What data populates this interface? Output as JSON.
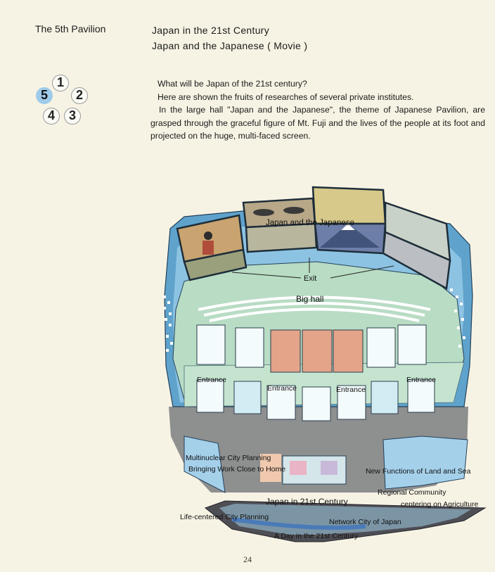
{
  "header": {
    "pavilion": "The 5th Pavilion",
    "title_line1": "Japan in the 21st Century",
    "title_line2": "Japan and the Japanese ( Movie )"
  },
  "pavilion_index": {
    "numbers": [
      "1",
      "2",
      "3",
      "4",
      "5"
    ],
    "current": "5",
    "accent_color": "#9fcbea"
  },
  "description": [
    "What will be Japan of the 21st century?",
    "Here are shown the fruits of researches of several private institutes.",
    "In the large hall \"Japan and the Japanese\", the theme of Japanese Pavilion, are grasped through the graceful figure of Mt. Fuji and the lives of the people at its foot and projected on the huge, multi-faced screen."
  ],
  "diagram": {
    "screen_title": "Japan and the Japanese",
    "exit": "Exit",
    "big_hall": "Big hall",
    "entrance": "Entrance",
    "exhibits": {
      "multinuclear": "Multinuclear City Planning",
      "bringing_work": "Bringing Work Close to Home",
      "new_functions": "New Functions of Land and Sea",
      "regional_community": "Regional Community",
      "centering": "centering on Agriculture",
      "japan_21st": "Japan in 21st Century",
      "life_centered": "Life-centered City Planning",
      "network_city": "Network City of Japan",
      "a_day": "A Day in the 21st Century"
    },
    "colors": {
      "wall": "#5fa3cc",
      "floor": "#b8dcc4",
      "gray_band": "#8e8f8f"
    }
  },
  "page_number": "24"
}
